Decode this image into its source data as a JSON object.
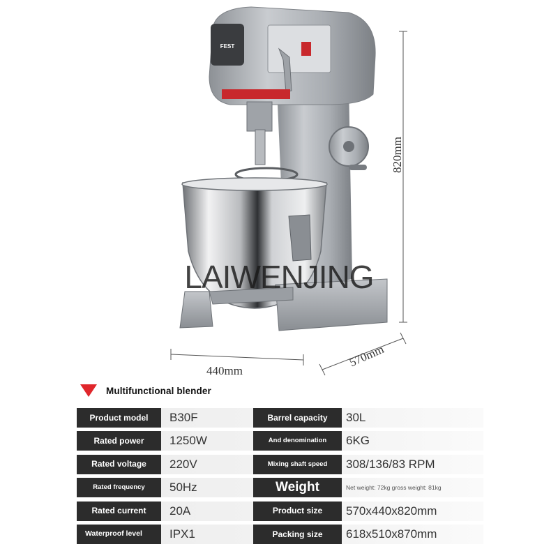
{
  "figure": {
    "brand_text": "FEST",
    "watermark": "LAIWENJING",
    "dimensions": {
      "height": "820mm",
      "width": "440mm",
      "depth": "570mm"
    },
    "colors": {
      "steel": "#b4b7bb",
      "dark_steel": "#6e7277",
      "bowl": "#d8d9dc",
      "panel_red": "#c8282c"
    }
  },
  "section": {
    "heading": "Multifunctional blender",
    "arrow_color": "#e0262b"
  },
  "specs": [
    {
      "left_label": "Product model",
      "left_value": "B30F",
      "right_label": "Barrel capacity",
      "right_value": "30L"
    },
    {
      "left_label": "Rated power",
      "left_value": "1250W",
      "right_label": "And denomination",
      "right_value": "6KG"
    },
    {
      "left_label": "Rated voltage",
      "left_value": "220V",
      "right_label": "Mixing shaft speed",
      "right_value": "308/136/83 RPM"
    },
    {
      "left_label": "Rated frequency",
      "left_value": "50Hz",
      "right_label": "Weight",
      "right_value": "Net weight: 72kg gross weight: 81kg"
    },
    {
      "left_label": "Rated current",
      "left_value": "20A",
      "right_label": "Product size",
      "right_value": "570x440x820mm"
    },
    {
      "left_label": "Waterproof level",
      "left_value": "IPX1",
      "right_label": "Packing size",
      "right_value": "618x510x870mm"
    }
  ]
}
